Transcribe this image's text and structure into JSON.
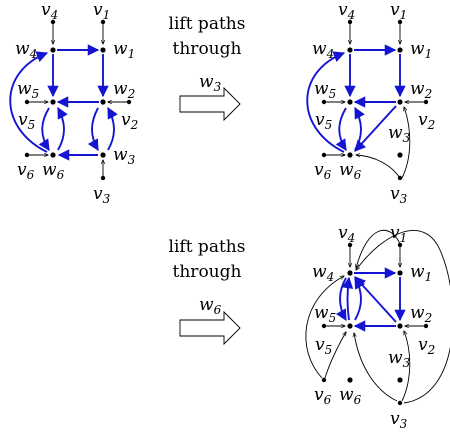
{
  "step1": {
    "caption_line1": "lift paths",
    "caption_line2": "through",
    "vertex_letter": "w",
    "vertex_index": "3"
  },
  "step2": {
    "caption_line1": "lift paths",
    "caption_line2": "through",
    "vertex_letter": "w",
    "vertex_index": "6"
  },
  "labels": {
    "v1": {
      "letter": "v",
      "index": "1"
    },
    "v2": {
      "letter": "v",
      "index": "2"
    },
    "v3": {
      "letter": "v",
      "index": "3"
    },
    "v4": {
      "letter": "v",
      "index": "4"
    },
    "v5": {
      "letter": "v",
      "index": "5"
    },
    "v6": {
      "letter": "v",
      "index": "6"
    },
    "w1": {
      "letter": "w",
      "index": "1"
    },
    "w2": {
      "letter": "w",
      "index": "2"
    },
    "w3": {
      "letter": "w",
      "index": "3"
    },
    "w4": {
      "letter": "w",
      "index": "4"
    },
    "w5": {
      "letter": "w",
      "index": "5"
    },
    "w6": {
      "letter": "w",
      "index": "6"
    }
  },
  "colors": {
    "edge_blue": "#1414d2",
    "edge_black": "#000000"
  }
}
